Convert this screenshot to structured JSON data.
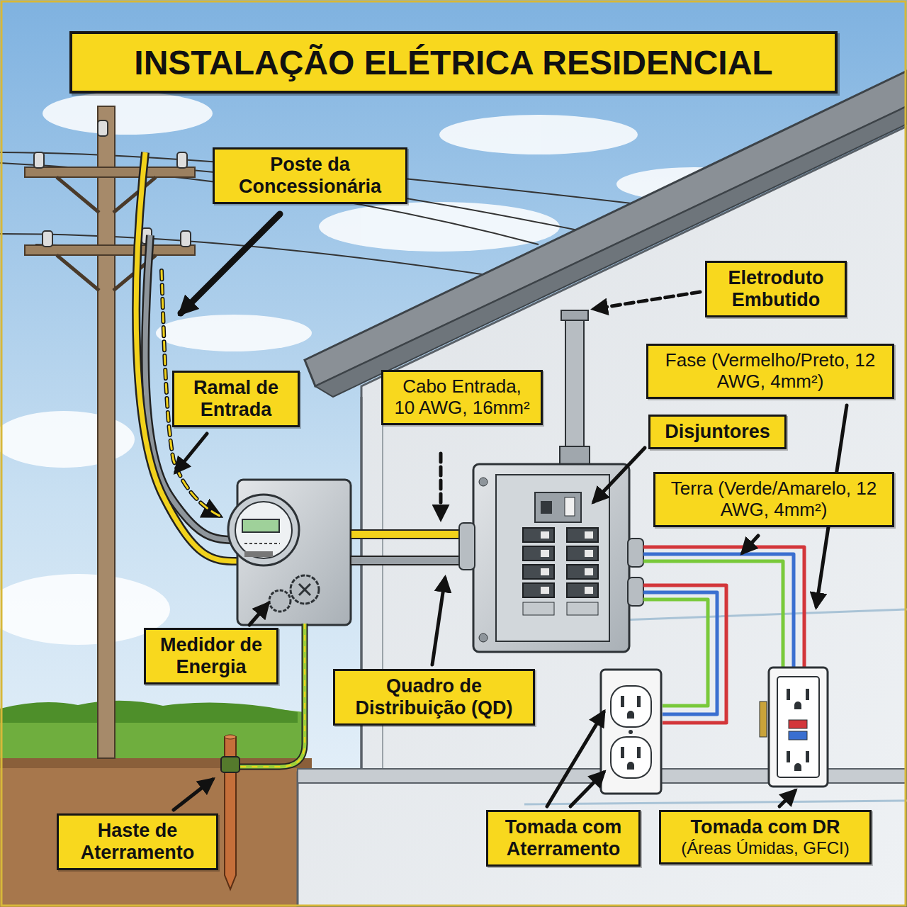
{
  "diagram": {
    "title": "INSTALAÇÃO ELÉTRICA RESIDENCIAL",
    "nodes": [
      {
        "text": [
          "Poste da Concessionária"
        ]
      },
      {
        "text": [
          "Eletroduto Embutido"
        ]
      },
      {
        "text": [
          "Fase (Vermelho/Preto, 12 AWG, 4mm²)"
        ]
      },
      {
        "text": [
          "Ramal de Entrada"
        ]
      },
      {
        "text": [
          "Cabo Entrada, 10 AWG, 16mm²"
        ]
      },
      {
        "text": [
          "Disjuntores"
        ]
      },
      {
        "text": [
          "Terra (Verde/Amarelo, 12 AWG, 4mm²)"
        ]
      },
      {
        "text": [
          "Medidor de Energia"
        ]
      },
      {
        "text": [
          "Quadro de Distribuição (QD)"
        ]
      },
      {
        "text": [
          "Haste de Aterramento"
        ]
      },
      {
        "text": [
          "Tomada com Aterramento"
        ]
      },
      {
        "text": [
          "Tomada com DR",
          "(Áreas Úmidas, GFCI)"
        ]
      }
    ]
  }
}
